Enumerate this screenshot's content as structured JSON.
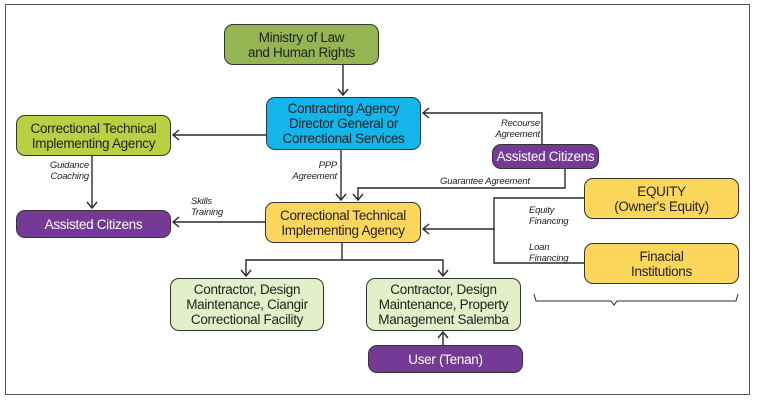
{
  "colors": {
    "ministry": "#95b552",
    "contracting": "#13b5ea",
    "ctia_top": "#b8d041",
    "ctia_center": "#fdd65c",
    "purple": "#753a95",
    "contractor": "#e3efc9",
    "financing": "#fdd65c",
    "line": "#2a2a2a"
  },
  "nodes": {
    "ministry": "Ministry of Law\nand Human Rights",
    "contracting_agency": "Contracting Agency\nDirector General or\nCorrectional Services",
    "ctia_top": "Correctional Technical\nImplementing Agency",
    "assisted_citizens_right": "Assisted Citizens",
    "assisted_citizens_left": "Assisted Citizens",
    "ctia_center": "Correctional Technical\nImplementing Agency",
    "equity": "EQUITY\n(Owner's Equity)",
    "financial_institutions": "Finacial\nInstitutions",
    "contractor_ciangir": "Contractor, Design\nMaintenance, Ciangir\nCorrectional Facility",
    "contractor_salemba": "Contractor, Design\nMaintenance, Property\nManagement Salemba",
    "user_tenan": "User (Tenan)"
  },
  "edge_labels": {
    "guidance_coaching": "Guidance\nCoaching",
    "ppp_agreement": "PPP\nAgreement",
    "recourse_agreement": "Recourse\nAgreement",
    "guarantee_agreement": "Guarantee Agreement",
    "skills_training": "Skills\nTraining",
    "equity_financing": "Equity\nFinancing",
    "loan_financing": "Loan\nFinancing"
  }
}
